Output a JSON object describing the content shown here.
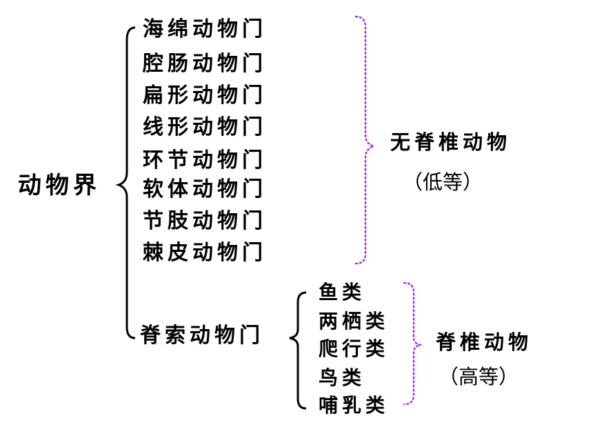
{
  "root": {
    "label": "动物界"
  },
  "invertebrate_phyla": [
    "海绵动物门",
    "腔肠动物门",
    "扁形动物门",
    "线形动物门",
    "环节动物门",
    "软体动物门",
    "节肢动物门",
    "棘皮动物门"
  ],
  "chordate_phylum": "脊索动物门",
  "vertebrate_classes": [
    "鱼类",
    "两栖类",
    "爬行类",
    "鸟类",
    "哺乳类"
  ],
  "groups": {
    "invertebrate": {
      "label": "无脊椎动物",
      "note": "（低等）"
    },
    "vertebrate": {
      "label": "脊椎动物",
      "note": "（高等）"
    }
  },
  "colors": {
    "text": "#000000",
    "bracket": "#000000",
    "dotted_bracket": "#9b30ff"
  }
}
